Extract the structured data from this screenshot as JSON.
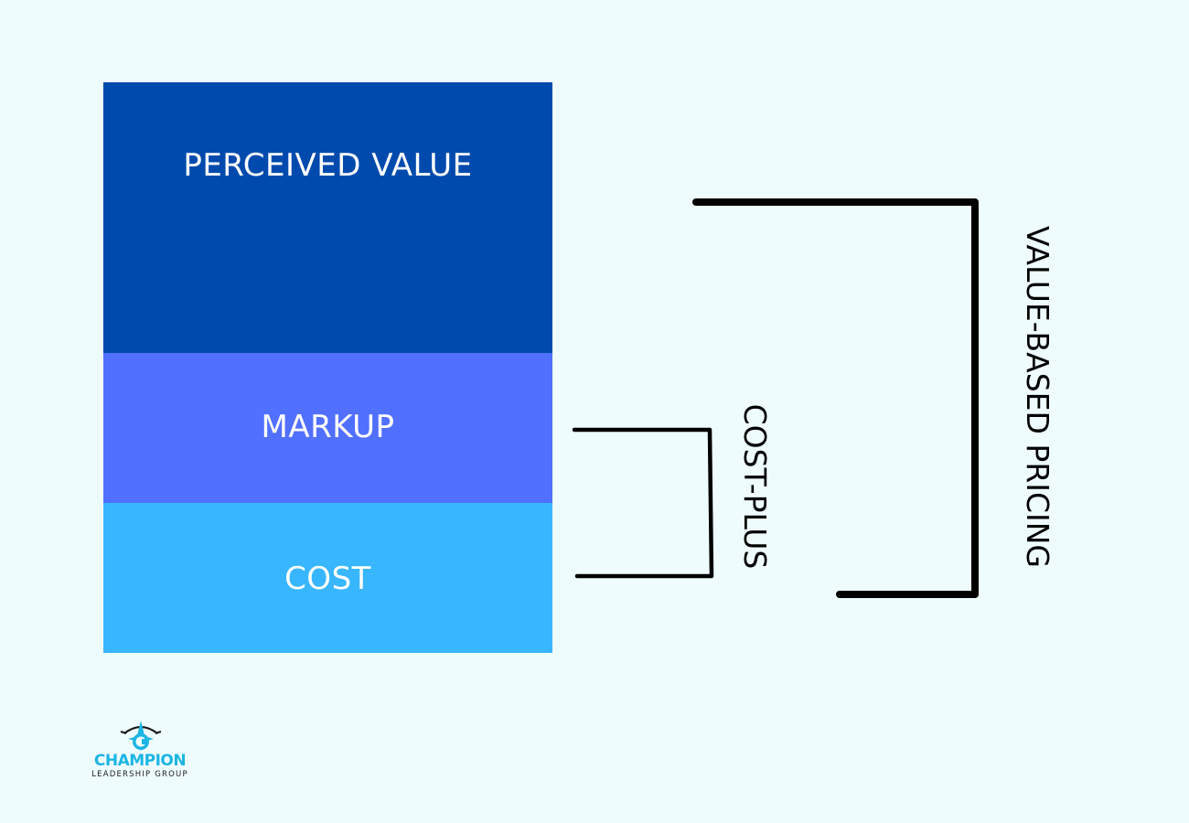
{
  "blocks": {
    "perceived_value": {
      "label": "PERCEIVED VALUE",
      "color": "#004aad"
    },
    "markup": {
      "label": "MARKUP",
      "color": "#5170ff"
    },
    "cost": {
      "label": "COST",
      "color": "#38b6ff"
    }
  },
  "brackets": {
    "cost_plus": {
      "label": "COST-PLUS"
    },
    "value_based": {
      "label": "VALUE-BASED PRICING"
    }
  },
  "logo": {
    "name": "CHAMPION",
    "subtitle": "LEADERSHIP GROUP",
    "accent_color": "#1cb6e4"
  },
  "colors": {
    "background": "#effcfe",
    "bracket": "#000000"
  }
}
